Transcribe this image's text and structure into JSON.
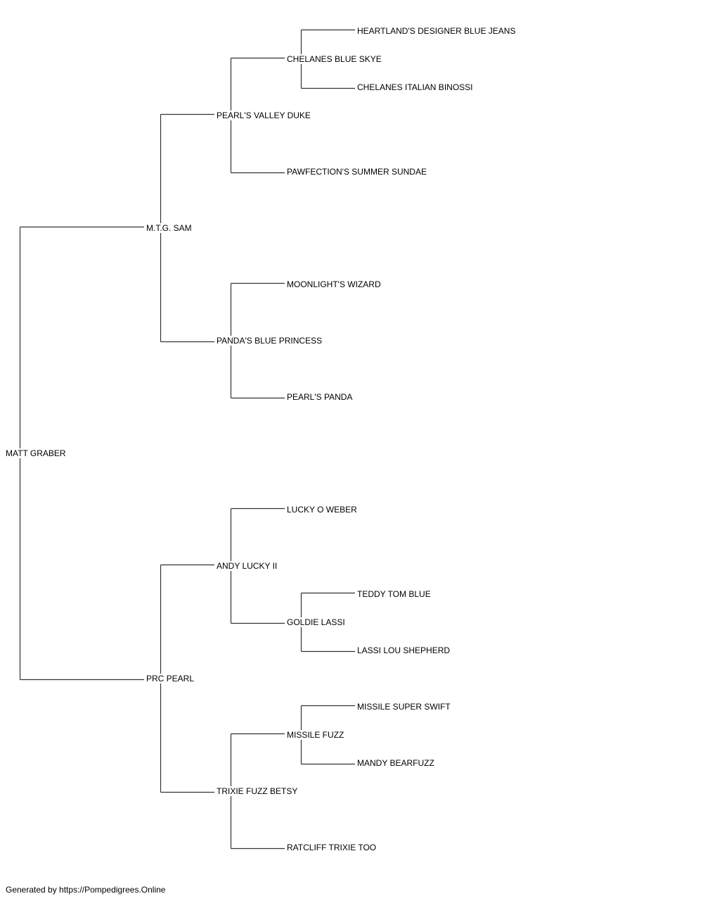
{
  "pedigree": {
    "name": "MATT GRABER",
    "sire": {
      "name": "M.T.G. SAM",
      "sire": {
        "name": "PEARL'S VALLEY DUKE",
        "sire": {
          "name": "CHELANES BLUE SKYE",
          "sire": {
            "name": "HEARTLAND'S DESIGNER BLUE JEANS"
          },
          "dam": {
            "name": "CHELANES ITALIAN BINOSSI"
          }
        },
        "dam": {
          "name": "PAWFECTION'S SUMMER SUNDAE"
        }
      },
      "dam": {
        "name": "PANDA'S BLUE PRINCESS",
        "sire": {
          "name": "MOONLIGHT'S WIZARD"
        },
        "dam": {
          "name": "PEARL'S PANDA"
        }
      }
    },
    "dam": {
      "name": "PRC PEARL",
      "sire": {
        "name": "ANDY LUCKY II",
        "sire": {
          "name": "LUCKY O WEBER"
        },
        "dam": {
          "name": "GOLDIE LASSI",
          "sire": {
            "name": "TEDDY TOM BLUE"
          },
          "dam": {
            "name": "LASSI LOU SHEPHERD"
          }
        }
      },
      "dam": {
        "name": "TRIXIE FUZZ BETSY",
        "sire": {
          "name": "MISSILE FUZZ",
          "sire": {
            "name": "MISSILE SUPER SWIFT"
          },
          "dam": {
            "name": "MANDY BEARFUZZ"
          }
        },
        "dam": {
          "name": "RATCLIFF TRIXIE TOO"
        }
      }
    }
  },
  "footer": {
    "text": "Generated by https://Pompedigrees.Online"
  },
  "colors": {
    "line": "#333333",
    "text": "#000000",
    "background": "#ffffff"
  }
}
